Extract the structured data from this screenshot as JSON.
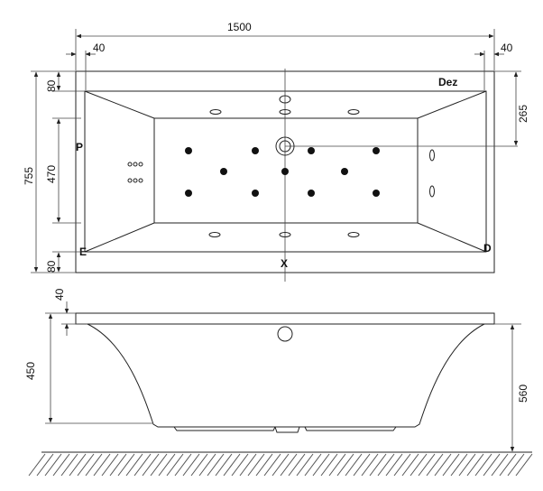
{
  "dimensions": {
    "length": "1500",
    "rim_left": "40",
    "rim_right": "40",
    "width": "755",
    "top_rim": "80",
    "bottom_rim": "80",
    "jets_span": "470",
    "drain_offset": "265",
    "rim_height": "40",
    "tub_depth": "450",
    "total_height": "560"
  },
  "labels": {
    "corner_tr": "Dez",
    "corner_bl": "E",
    "corner_br": "D",
    "left_mark": "P",
    "center_mark": "X"
  }
}
